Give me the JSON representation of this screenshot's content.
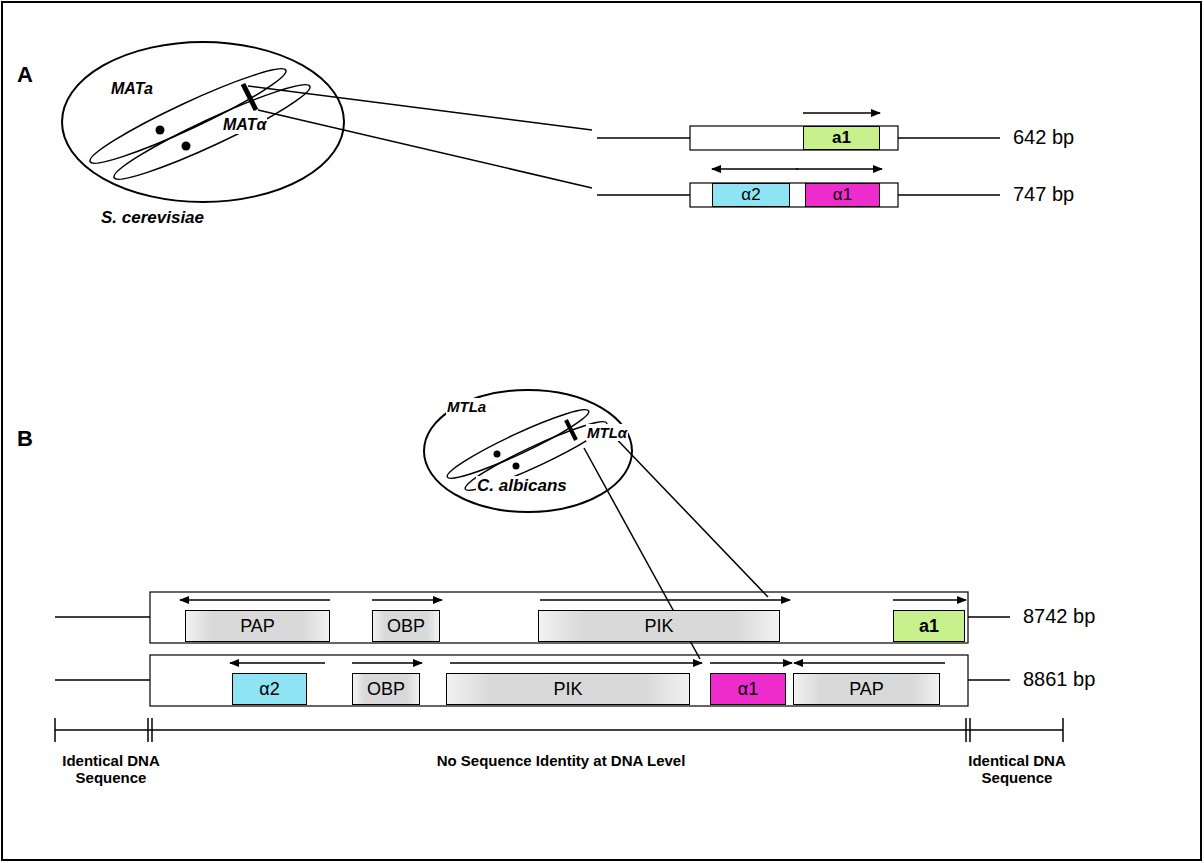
{
  "diagram": {
    "nodes": [
      {
        "text": [
          "a1"
        ]
      },
      {
        "text": [
          "α2"
        ]
      },
      {
        "text": [
          "α1"
        ]
      },
      {
        "text": [
          "PAP"
        ]
      },
      {
        "text": [
          "OBP"
        ]
      },
      {
        "text": [
          "PIK"
        ]
      },
      {
        "text": [
          "a1"
        ]
      },
      {
        "text": [
          "α2"
        ]
      },
      {
        "text": [
          "OBP"
        ]
      },
      {
        "text": [
          "PIK"
        ]
      },
      {
        "text": [
          "α1"
        ]
      },
      {
        "text": [
          "PAP"
        ]
      }
    ],
    "labels": [
      "A",
      "MATa",
      "MATα",
      "S. cerevisiae",
      "642 bp",
      "747 bp",
      "B",
      "MTLa",
      "MTLα",
      "C. albicans",
      "8742 bp",
      "8861 bp",
      "Identical DNA Sequence",
      "No Sequence Identity at DNA Level",
      "Identical DNA Sequence"
    ]
  }
}
